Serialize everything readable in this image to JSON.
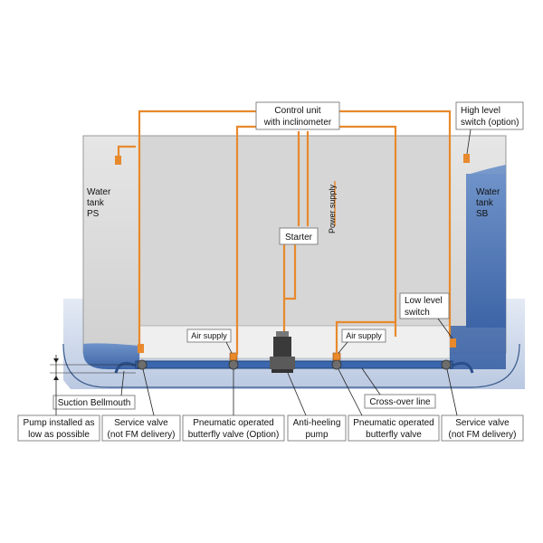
{
  "colors": {
    "water": "#4e78b8",
    "orange_line": "#e8892c",
    "pipe": "#2a4f8a",
    "hull": "#c9d6ea"
  },
  "labels": {
    "control_unit_line1": "Control unit",
    "control_unit_line2": "with inclinometer",
    "high_level_line1": "High level",
    "high_level_line2": "switch (option)",
    "water_ps_1": "Water",
    "water_ps_2": "tank",
    "water_ps_3": "PS",
    "water_sb_1": "Water",
    "water_sb_2": "tank",
    "water_sb_3": "SB",
    "power_supply": "Power supply",
    "starter": "Starter",
    "low_level_line1": "Low level",
    "low_level_line2": "switch",
    "air_supply_left": "Air supply",
    "air_supply_right": "Air supply",
    "suction_bellmouth": "Suction Bellmouth",
    "cross_over_line": "Cross-over line",
    "pump_installed_line1": "Pump installed as",
    "pump_installed_line2": "low as possible",
    "service_valve_left_1": "Service valve",
    "service_valve_left_2": "(not FM delivery)",
    "pneumatic_option_1": "Pneumatic operated",
    "pneumatic_option_2": "butterfly valve (Option)",
    "anti_heeling_1": "Anti-heeling",
    "anti_heeling_2": "pump",
    "pneumatic_right_1": "Pneumatic operated",
    "pneumatic_right_2": "butterfly valve",
    "service_valve_right_1": "Service valve",
    "service_valve_right_2": "(not FM delivery)"
  }
}
